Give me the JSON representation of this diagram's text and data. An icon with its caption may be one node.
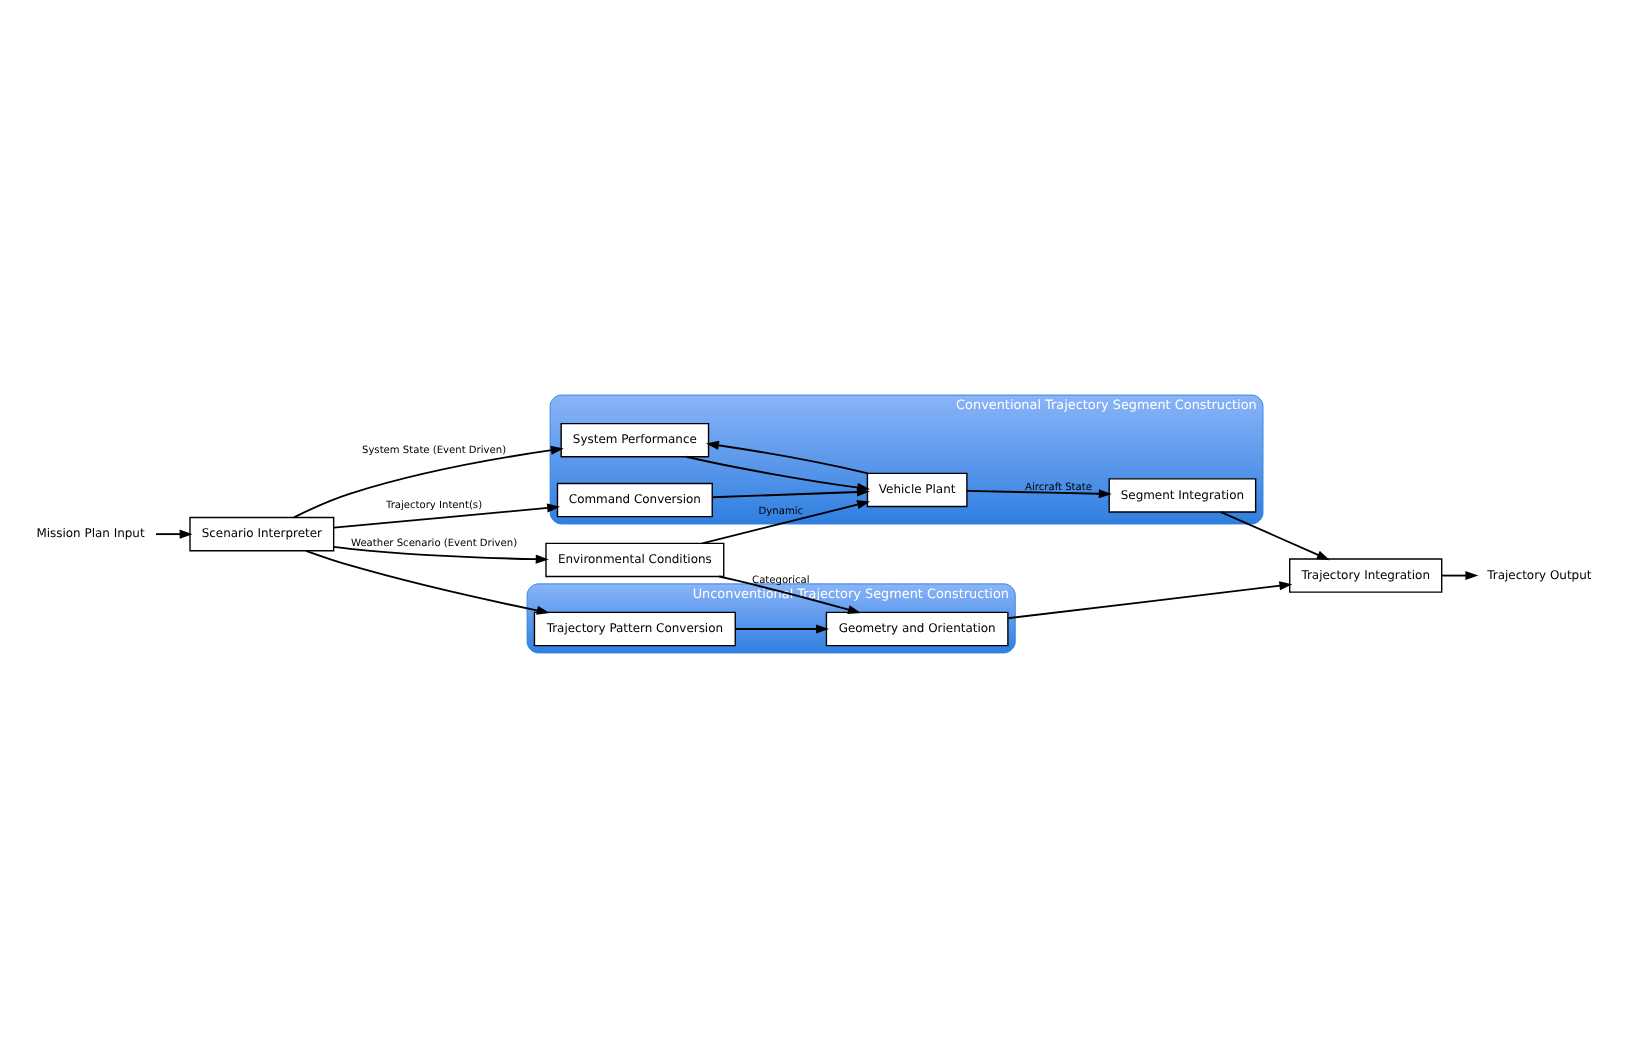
{
  "diagram": {
    "nodes": [
      {
        "text": [
          "Conventional Trajectory Segment Construction"
        ]
      },
      {
        "text": [
          "System Performance"
        ],
        "in": 0
      },
      {
        "text": [
          "Command Conversion"
        ],
        "in": 0
      },
      {
        "text": [
          "Vehicle Plant"
        ],
        "in": 0
      },
      {
        "text": [
          "Segment Integration"
        ],
        "in": 0
      },
      {
        "text": [
          "Scenario Interpreter"
        ]
      },
      {
        "text": [
          "Environmental Conditions"
        ]
      },
      {
        "text": [
          "Trajectory Integration"
        ]
      },
      {
        "text": [
          "Unconventional Trajectory Segment Construction"
        ]
      },
      {
        "text": [
          "Trajectory Pattern Conversion"
        ],
        "in": 8
      },
      {
        "text": [
          "Geometry and Orientation"
        ],
        "in": 8
      },
      {
        "text": [
          "Mission Plan Input"
        ]
      },
      {
        "text": [
          "Trajectory Output"
        ]
      }
    ],
    "edges": [
      {
        "from": 5,
        "to": 1,
        "arrow": "to",
        "label": "System State (Event Driven)"
      },
      {
        "from": 5,
        "to": 2,
        "arrow": "to",
        "label": "Trajectory Intent(s)"
      },
      {
        "from": 2,
        "to": 3,
        "arrow": "to"
      },
      {
        "from": 1,
        "to": 3,
        "arrow": "to"
      },
      {
        "from": 3,
        "to": 1,
        "arrow": "to"
      },
      {
        "from": 3,
        "to": 4,
        "arrow": "to",
        "label": "Aircraft State"
      },
      {
        "from": 5,
        "to": 6,
        "arrow": "to",
        "label": "Weather Scenario (Event Driven)"
      },
      {
        "from": 6,
        "to": 3,
        "arrow": "to",
        "label": "Dynamic"
      },
      {
        "from": 6,
        "to": 10,
        "arrow": "to",
        "label": "Categorical"
      },
      {
        "from": 4,
        "to": 7,
        "arrow": "to"
      },
      {
        "from": 5,
        "to": 9,
        "arrow": "to"
      },
      {
        "from": 9,
        "to": 10,
        "arrow": "to"
      },
      {
        "from": 10,
        "to": 7,
        "arrow": "to"
      },
      {
        "from": 11,
        "to": 5,
        "arrow": "to"
      },
      {
        "from": 7,
        "to": 12,
        "arrow": "to"
      }
    ]
  }
}
